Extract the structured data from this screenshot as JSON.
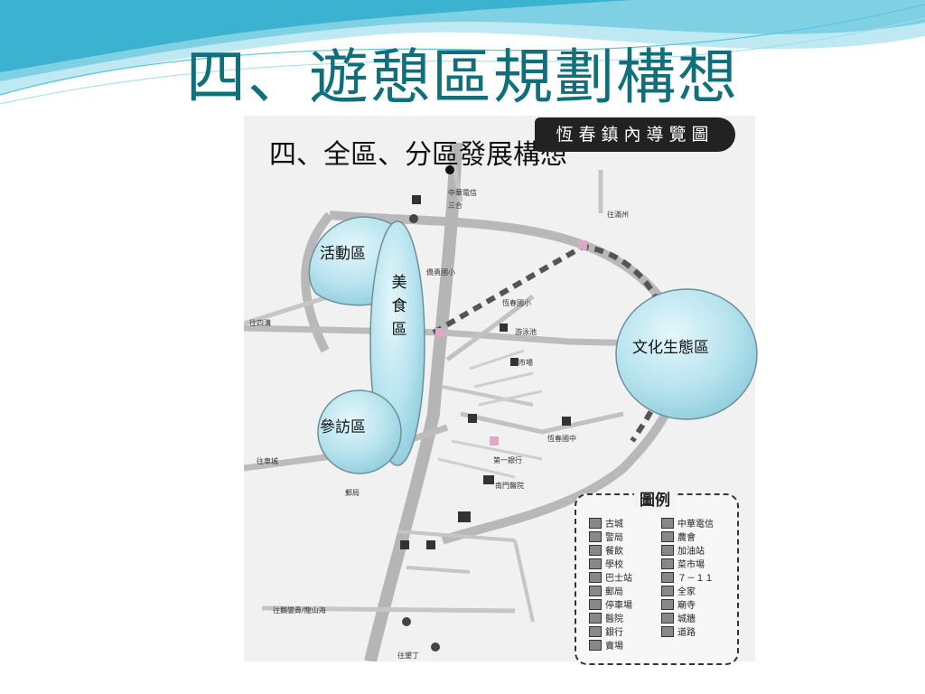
{
  "slide": {
    "title": "四、遊憩區規劃構想",
    "subtitle": "四、全區、分區發展構想"
  },
  "map": {
    "banner": "恆春鎮內導覽圖",
    "zones": {
      "activity": "活動區",
      "food": [
        "美",
        "食",
        "區"
      ],
      "visit": "參訪區",
      "culture": "文化生態區"
    },
    "labels": {
      "telecom": "中華電信",
      "sanhe": "三合",
      "school_small": "僑勇國小",
      "hengchun_elem": "恆春國小",
      "pool": "游泳池",
      "market": "菜市場",
      "hengchun_jh": "恆春國中",
      "hospital_south": "南門醫院",
      "bank": "第一銀行",
      "post": "郵局",
      "ping": "往四溝",
      "to_kenting": "往墾丁",
      "to_checheng": "往車城",
      "to_manzhou": "往滿州",
      "to_eluan": "往鵝鑾鼻/龍山海"
    },
    "legend": {
      "title": "圖例",
      "left": [
        "古城",
        "警局",
        "餐飲",
        "學校",
        "巴士站",
        "郵局",
        "停車場",
        "醫院",
        "銀行",
        "賣場"
      ],
      "right": [
        "中華電信",
        "農會",
        "加油站",
        "菜市場",
        "７－１１",
        "全家",
        "廟寺",
        "城牆",
        "道路"
      ]
    }
  }
}
